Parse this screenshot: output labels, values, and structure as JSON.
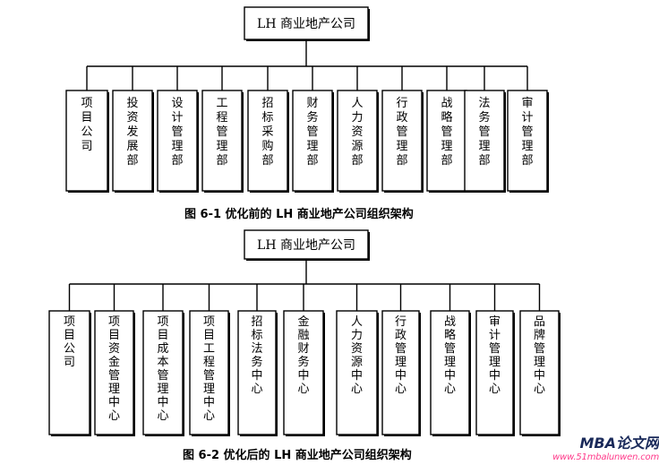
{
  "chart1": {
    "root": "LH 商业地产公司",
    "departments": [
      "项目公司",
      "投资发展部",
      "设计管理部",
      "工程管理部",
      "招标采购部",
      "财务管理部",
      "人力资源部",
      "行政管理部",
      "战略管理部",
      "法务管理部",
      "审计管理部"
    ],
    "caption": "图 6-1  优化前的 LH 商业地产公司组织架构"
  },
  "chart2": {
    "root": "LH 商业地产公司",
    "departments": [
      "项目公司",
      "项目资金管理中心",
      "项目成本管理中心",
      "项目工程管理中心",
      "招标法务中心",
      "金融财务中心",
      "人力资源中心",
      "行政管理中心",
      "战略管理中心",
      "审计管理中心",
      "品牌管理中心"
    ],
    "caption": "图 6-2  优化后的 LH 商业地产公司组织架构"
  },
  "watermark": {
    "title": "MBA论文网",
    "url": "www.51mbalunwen.com"
  }
}
